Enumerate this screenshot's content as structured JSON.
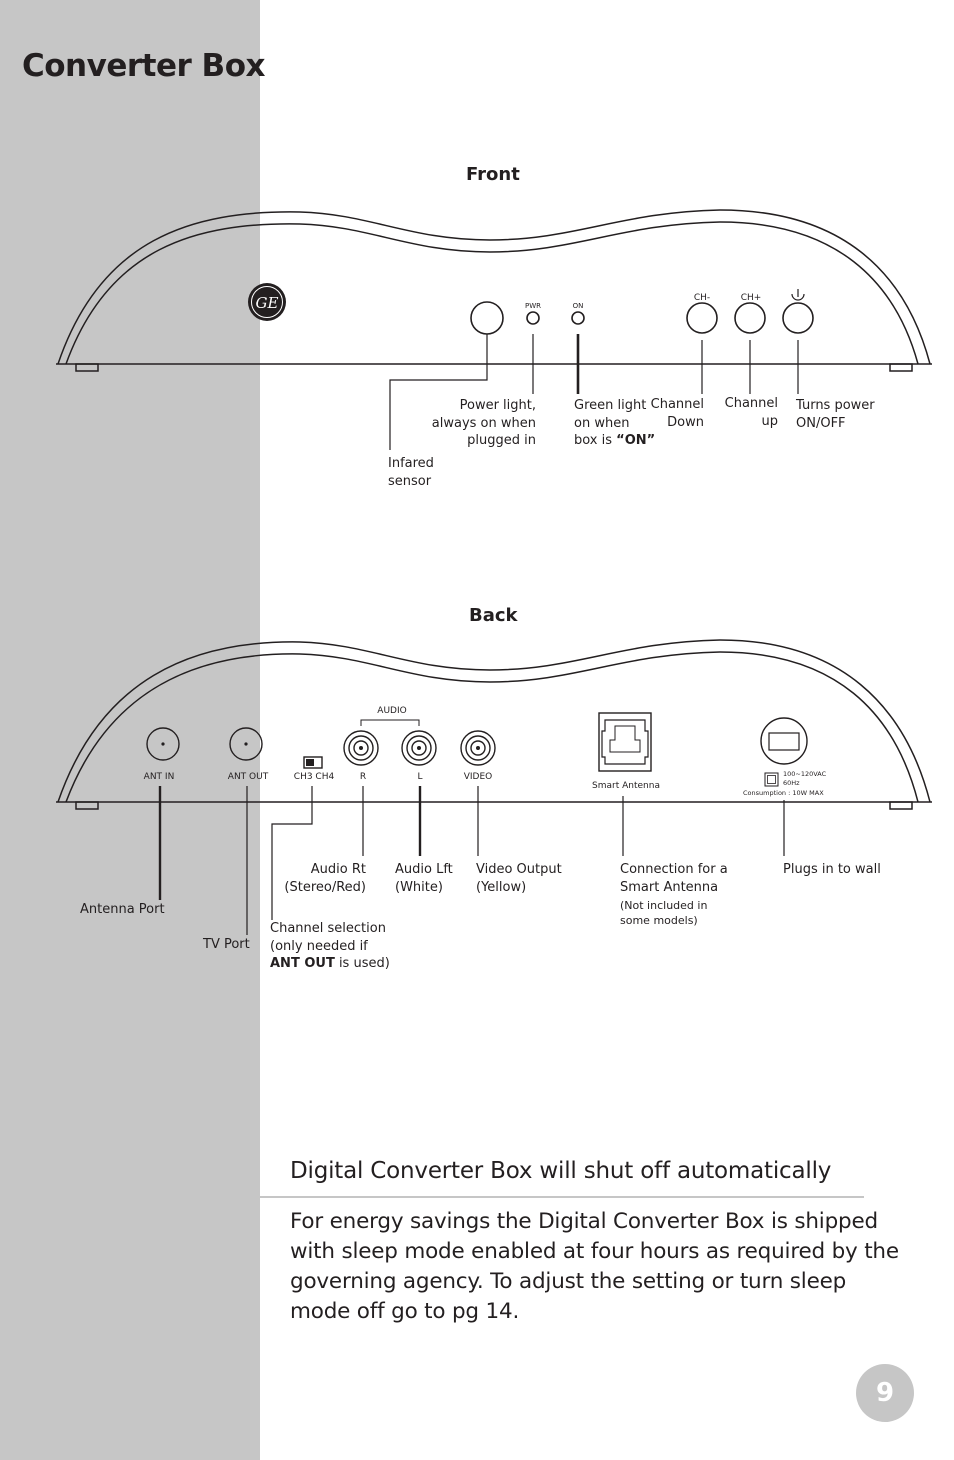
{
  "page_title": "Converter Box",
  "front": {
    "title": "Front",
    "logo_text": "GE",
    "panel": {
      "pwr": "PWR",
      "on": "ON",
      "ch_minus": "CH-",
      "ch_plus": "CH+"
    },
    "callouts": {
      "infrared": [
        "Infared",
        "sensor"
      ],
      "power_light": [
        "Power light,",
        "always on when",
        "plugged in"
      ],
      "green_light": [
        "Green light",
        "on when"
      ],
      "green_light_box_is": "box is ",
      "green_light_on": "“ON”",
      "channel_down": [
        "Channel",
        "Down"
      ],
      "channel_up": [
        "Channel",
        "up"
      ],
      "turns_power": [
        "Turns power",
        "ON/OFF"
      ]
    }
  },
  "back": {
    "title": "Back",
    "panel": {
      "audio": "AUDIO",
      "ant_in": "ANT IN",
      "ant_out": "ANT OUT",
      "ch3ch4": "CH3 CH4",
      "r": "R",
      "l": "L",
      "video": "VIDEO",
      "smart_antenna": "Smart Antenna",
      "power_rating": [
        "100~120VAC",
        "60Hz"
      ],
      "consumption": "Consumption : 10W MAX"
    },
    "callouts": {
      "antenna_port": "Antenna Port",
      "tv_port": "TV Port",
      "channel_selection": [
        "Channel selection",
        "(only needed if"
      ],
      "ant_out_bold": "ANT OUT",
      "is_used": " is used)",
      "audio_rt": [
        "Audio Rt",
        "(Stereo/Red)"
      ],
      "audio_lft": [
        "Audio Lft",
        "(White)"
      ],
      "video_output": [
        "Video Output",
        "(Yellow)"
      ],
      "connection": [
        "Connection for a",
        "Smart Antenna"
      ],
      "not_included": [
        "(Not included in",
        "some models)"
      ],
      "plugs_in": "Plugs in to wall"
    }
  },
  "notice": {
    "heading": "Digital Converter Box will shut off automatically",
    "body": "For energy savings the Digital Converter Box is shipped with sleep mode enabled at four hours as required by the governing agency. To adjust the setting or turn sleep mode off go to pg 14."
  },
  "page_number": "9",
  "colors": {
    "sidebar": "#c6c6c6",
    "text": "#231f20",
    "white": "#ffffff"
  }
}
